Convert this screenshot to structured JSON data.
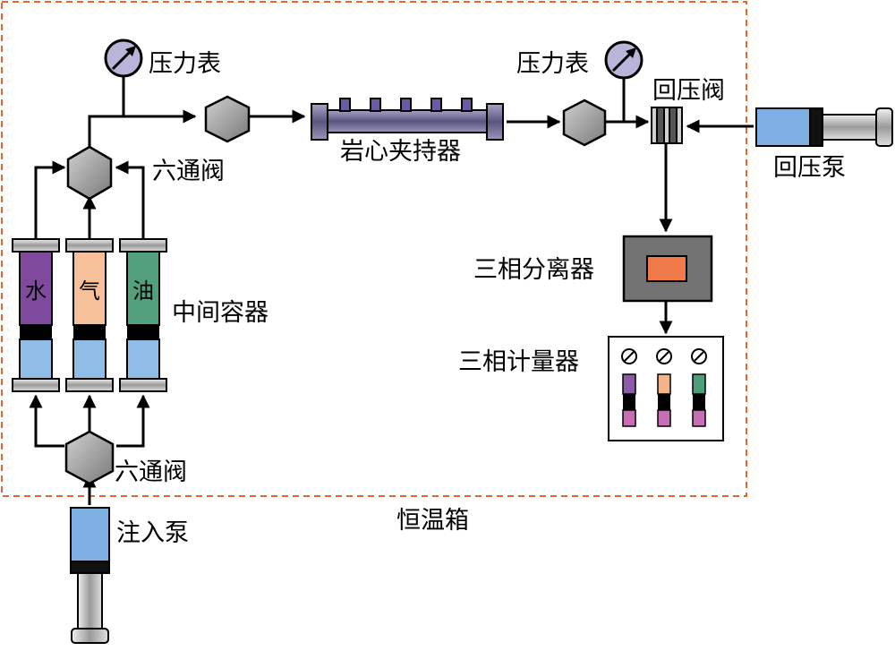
{
  "labels": {
    "pressure_gauge_left": "压力表",
    "pressure_gauge_right": "压力表",
    "back_pressure_valve": "回压阀",
    "six_way_valve_top": "六通阀",
    "core_holder": "岩心夹持器",
    "back_pressure_pump": "回压泵",
    "three_phase_separator": "三相分离器",
    "three_phase_meter": "三相计量器",
    "intermediate_container": "中间容器",
    "six_way_valve_bottom": "六通阀",
    "injection_pump": "注入泵",
    "thermostat": "恒温箱"
  },
  "containers": [
    {
      "label": "水",
      "color": "#7f4a9e"
    },
    {
      "label": "气",
      "color": "#f6c19a"
    },
    {
      "label": "油",
      "color": "#52a07c"
    }
  ],
  "meter_tubes": [
    {
      "color": "#8b5aa8"
    },
    {
      "color": "#f3b48a"
    },
    {
      "color": "#4f9e7a"
    }
  ],
  "colors": {
    "box_border": "#e8652c",
    "water_fill": "#8fbde8",
    "meter_bottom": "#c86eb4",
    "valve_fill": "#8e8e8e",
    "separator_fill": "#727272",
    "separator_window": "#f07a4a",
    "pump_fill": "#7fb0e3"
  }
}
